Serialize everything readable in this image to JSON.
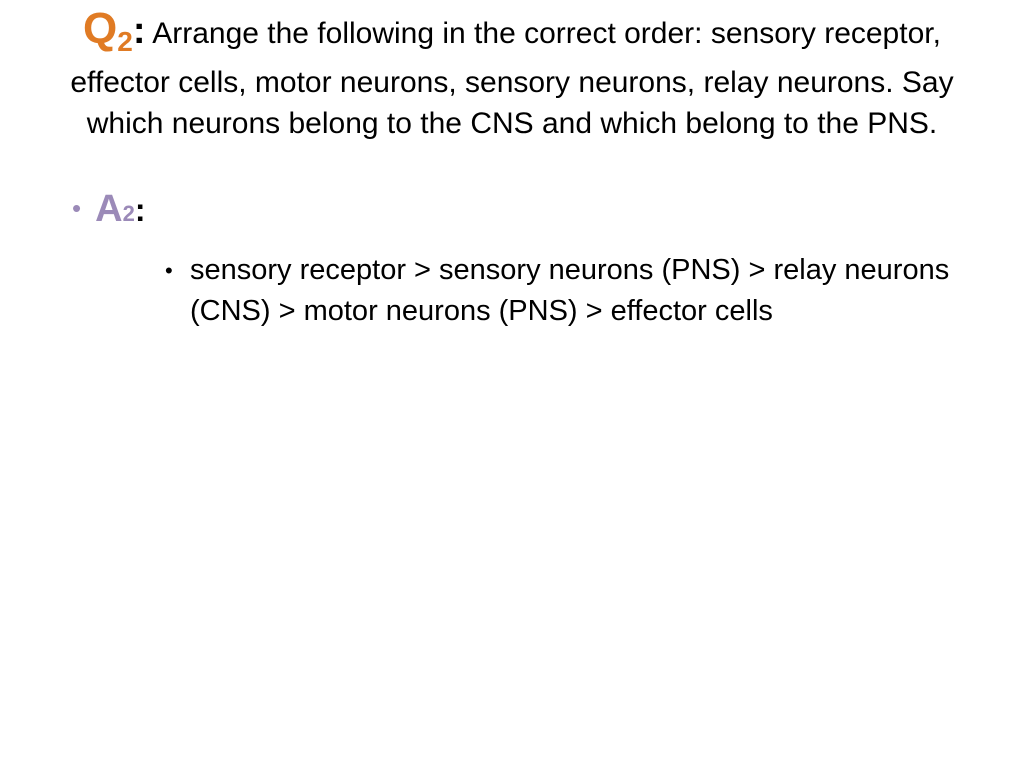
{
  "question": {
    "label": "Q",
    "number": "2",
    "colon": ":",
    "text": "Arrange the following in the correct order: sensory receptor, effector cells, motor neurons, sensory neurons, relay neurons. Say which neurons belong to the CNS and which belong to the PNS."
  },
  "answer": {
    "bullet": "•",
    "label": "A",
    "number": "2",
    "colon": ":",
    "items": [
      {
        "bullet": "•",
        "text": "sensory receptor > sensory neurons (PNS) > relay neurons (CNS) > motor neurons (PNS) > effector cells"
      }
    ]
  },
  "colors": {
    "question_label": "#e07b24",
    "answer_label": "#9b8ab8",
    "text": "#000000"
  }
}
